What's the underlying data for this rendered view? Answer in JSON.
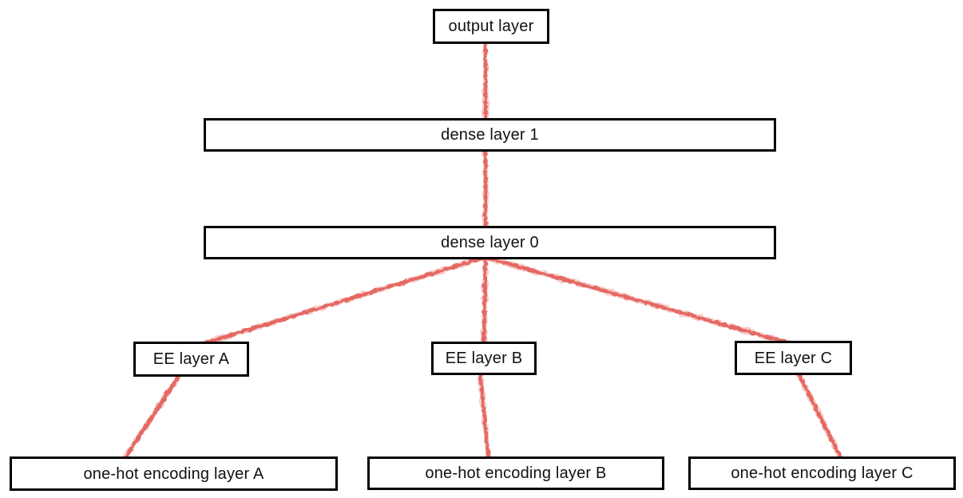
{
  "diagram": {
    "type": "neural-network-architecture",
    "nodes": {
      "output_layer": {
        "label": "output layer"
      },
      "dense_layer_1": {
        "label": "dense layer 1"
      },
      "dense_layer_0": {
        "label": "dense layer 0"
      },
      "ee_layer_a": {
        "label": "EE layer A"
      },
      "ee_layer_b": {
        "label": "EE layer B"
      },
      "ee_layer_c": {
        "label": "EE layer C"
      },
      "onehot_layer_a": {
        "label": "one-hot encoding layer A"
      },
      "onehot_layer_b": {
        "label": "one-hot encoding layer B"
      },
      "onehot_layer_c": {
        "label": "one-hot encoding layer C"
      }
    },
    "edges": [
      {
        "from": "output layer",
        "to": "dense layer 1"
      },
      {
        "from": "dense layer 1",
        "to": "dense layer 0"
      },
      {
        "from": "dense layer 0",
        "to": "EE layer A"
      },
      {
        "from": "dense layer 0",
        "to": "EE layer B"
      },
      {
        "from": "dense layer 0",
        "to": "EE layer C"
      },
      {
        "from": "EE layer A",
        "to": "one-hot encoding layer A"
      },
      {
        "from": "EE layer B",
        "to": "one-hot encoding layer B"
      },
      {
        "from": "EE layer C",
        "to": "one-hot encoding layer C"
      }
    ],
    "colors": {
      "edge": "#e4605a",
      "node_border": "#000000",
      "node_fill": "#ffffff",
      "text": "#111111",
      "background": "#ffffff"
    },
    "edge_style": "hand-drawn sketchy stroke, no arrowheads"
  }
}
